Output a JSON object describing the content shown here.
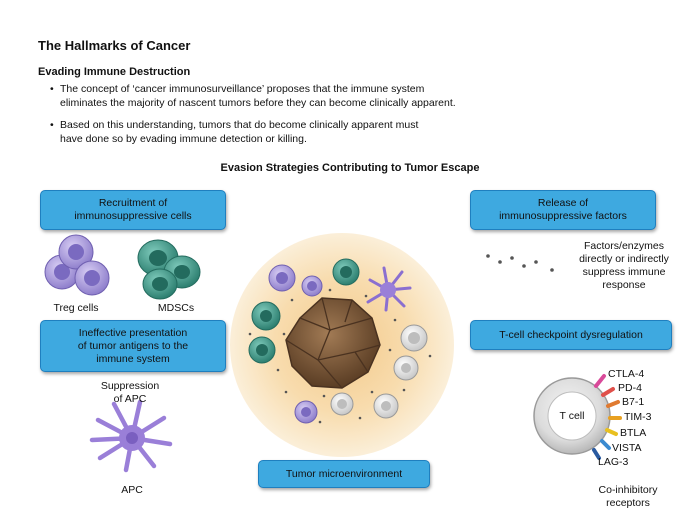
{
  "title": "The Hallmarks of Cancer",
  "subtitle": "Evading Immune Destruction",
  "bullets": [
    {
      "line1": "The concept of ‘cancer immunosurveillance’ proposes that the immune system",
      "line2": "eliminates the majority of nascent tumors before they can become clinically apparent."
    },
    {
      "line1": "Based on this understanding, tumors that do become clinically apparent must",
      "line2": "have done so by evading immune detection or killing."
    }
  ],
  "diagram_heading": "Evasion Strategies Contributing to Tumor Escape",
  "boxes": {
    "recruitment": {
      "line1": "Recruitment of",
      "line2": "immunosuppressive cells"
    },
    "release": {
      "line1": "Release of",
      "line2": "immunosuppressive factors"
    },
    "ineffective": {
      "line1": "Ineffective presentation",
      "line2": "of tumor antigens to the",
      "line3": "immune system"
    },
    "checkpoint": {
      "line1": "T-cell checkpoint dysregulation"
    },
    "microenvironment": {
      "line1": "Tumor microenvironment"
    }
  },
  "labels": {
    "treg": "Treg cells",
    "mdscs": "MDSCs",
    "factors": {
      "line1": "Factors/enzymes",
      "line2": "directly or indirectly",
      "line3": "suppress immune",
      "line4": "response"
    },
    "suppression": {
      "line1": "Suppression",
      "line2": "of APC"
    },
    "apc": "APC",
    "tcell": "T cell",
    "receptors": [
      "CTLA-4",
      "PD-4",
      "B7-1",
      "TIM-3",
      "BTLA",
      "VISTA",
      "LAG-3"
    ],
    "coinhibitory": {
      "line1": "Co-inhibitory",
      "line2": "receptors"
    }
  },
  "colors": {
    "box_fill": "#3ea9e0",
    "box_border": "#1f7fbf",
    "treg_cell": "#a89bd8",
    "mdsc_cell": "#3e9e8c",
    "tumor": "#7a5a3c",
    "apc": "#9a7fd8",
    "glow": "#f6d7a6",
    "receptor_colors": [
      "#d94a9a",
      "#e0504a",
      "#e07a30",
      "#e8a020",
      "#e8c020",
      "#3a8ad0",
      "#2a5aa0"
    ]
  }
}
